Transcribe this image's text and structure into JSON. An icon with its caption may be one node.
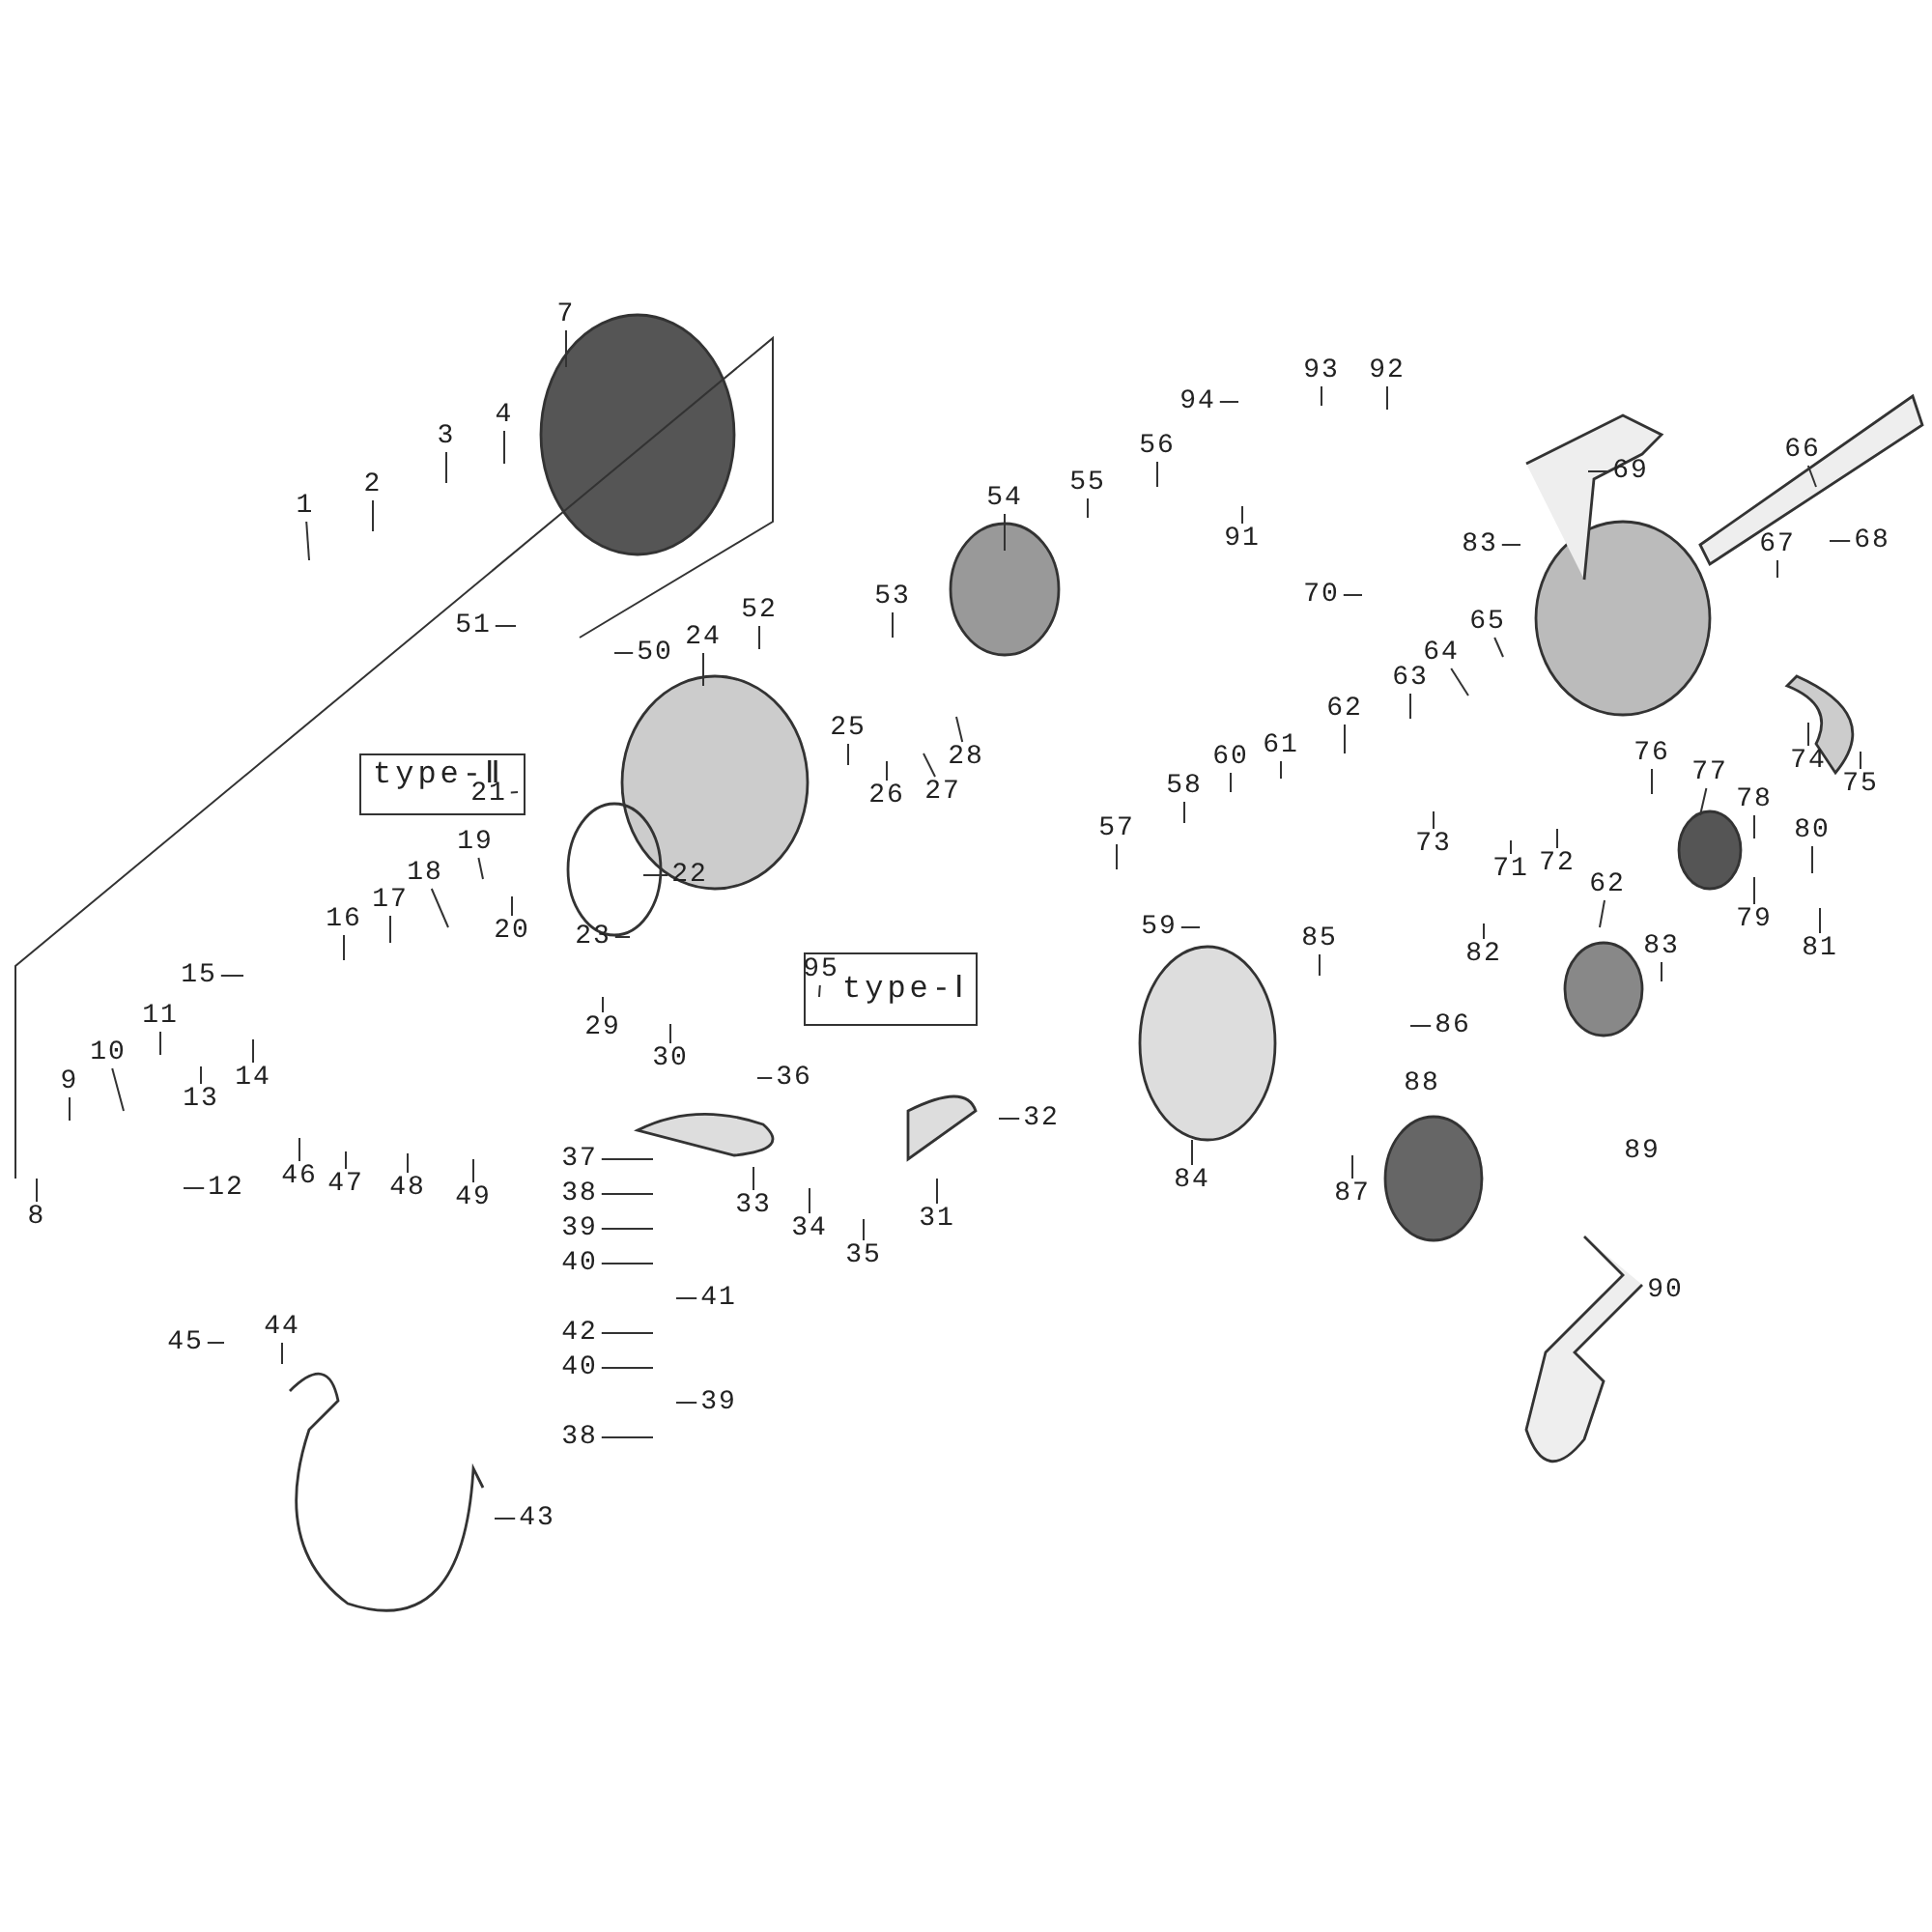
{
  "diagram": {
    "nodes": [
      {
        "text": [
          "1"
        ]
      },
      {
        "text": [
          "2"
        ]
      },
      {
        "text": [
          "3"
        ]
      },
      {
        "text": [
          "4"
        ]
      },
      {
        "text": [
          "7"
        ]
      },
      {
        "text": [
          "50"
        ]
      },
      {
        "text": [
          "51"
        ]
      },
      {
        "text": [
          "24"
        ]
      },
      {
        "text": [
          "52"
        ]
      },
      {
        "text": [
          "53"
        ]
      },
      {
        "text": [
          "type-Ⅱ"
        ]
      },
      {
        "text": [
          "21"
        ],
        "in": 10
      },
      {
        "text": [
          "22"
        ]
      },
      {
        "text": [
          "25"
        ]
      },
      {
        "text": [
          "26"
        ]
      },
      {
        "text": [
          "27"
        ]
      },
      {
        "text": [
          "28"
        ]
      },
      {
        "text": [
          "19"
        ]
      },
      {
        "text": [
          "20"
        ]
      },
      {
        "text": [
          "18"
        ]
      },
      {
        "text": [
          "17"
        ]
      },
      {
        "text": [
          "16"
        ]
      },
      {
        "text": [
          "23"
        ]
      },
      {
        "text": [
          "15"
        ]
      },
      {
        "text": [
          "11"
        ]
      },
      {
        "text": [
          "10"
        ]
      },
      {
        "text": [
          "9"
        ]
      },
      {
        "text": [
          "13"
        ]
      },
      {
        "text": [
          "14"
        ]
      },
      {
        "text": [
          "12"
        ]
      },
      {
        "text": [
          "8"
        ]
      },
      {
        "text": [
          "29"
        ]
      },
      {
        "text": [
          "30"
        ]
      },
      {
        "text": [
          "type-Ⅰ"
        ]
      },
      {
        "text": [
          "95"
        ],
        "in": 33
      },
      {
        "text": [
          "31"
        ]
      },
      {
        "text": [
          "32"
        ]
      },
      {
        "text": [
          "36"
        ]
      },
      {
        "text": [
          "33"
        ]
      },
      {
        "text": [
          "37"
        ]
      },
      {
        "text": [
          "38"
        ]
      },
      {
        "text": [
          "34"
        ]
      },
      {
        "text": [
          "35"
        ]
      },
      {
        "text": [
          "39"
        ]
      },
      {
        "text": [
          "40"
        ]
      },
      {
        "text": [
          "41"
        ]
      },
      {
        "text": [
          "42"
        ]
      },
      {
        "text": [
          "40"
        ]
      },
      {
        "text": [
          "39"
        ]
      },
      {
        "text": [
          "38"
        ]
      },
      {
        "text": [
          "43"
        ]
      },
      {
        "text": [
          "44"
        ]
      },
      {
        "text": [
          "45"
        ]
      },
      {
        "text": [
          "46"
        ]
      },
      {
        "text": [
          "47"
        ]
      },
      {
        "text": [
          "48"
        ]
      },
      {
        "text": [
          "49"
        ]
      },
      {
        "text": [
          "94"
        ]
      },
      {
        "text": [
          "93"
        ]
      },
      {
        "text": [
          "92"
        ]
      },
      {
        "text": [
          "91"
        ]
      },
      {
        "text": [
          "56"
        ]
      },
      {
        "text": [
          "55"
        ]
      },
      {
        "text": [
          "54"
        ]
      },
      {
        "text": [
          "69"
        ]
      },
      {
        "text": [
          "83"
        ]
      },
      {
        "text": [
          "66"
        ]
      },
      {
        "text": [
          "70"
        ]
      },
      {
        "text": [
          "65"
        ]
      },
      {
        "text": [
          "64"
        ]
      },
      {
        "text": [
          "63"
        ]
      },
      {
        "text": [
          "62"
        ]
      },
      {
        "text": [
          "61"
        ]
      },
      {
        "text": [
          "60"
        ]
      },
      {
        "text": [
          "58"
        ]
      },
      {
        "text": [
          "57"
        ]
      },
      {
        "text": [
          "59"
        ]
      },
      {
        "text": [
          "67"
        ]
      },
      {
        "text": [
          "68"
        ]
      },
      {
        "text": [
          "74"
        ]
      },
      {
        "text": [
          "75"
        ]
      },
      {
        "text": [
          "76"
        ]
      },
      {
        "text": [
          "77"
        ]
      },
      {
        "text": [
          "78"
        ]
      },
      {
        "text": [
          "73"
        ]
      },
      {
        "text": [
          "72"
        ]
      },
      {
        "text": [
          "71"
        ]
      },
      {
        "text": [
          "80"
        ]
      },
      {
        "text": [
          "79"
        ]
      },
      {
        "text": [
          "81"
        ]
      },
      {
        "text": [
          "82"
        ]
      },
      {
        "text": [
          "62"
        ]
      },
      {
        "text": [
          "83"
        ]
      },
      {
        "text": [
          "85"
        ]
      },
      {
        "text": [
          "86"
        ]
      },
      {
        "text": [
          "84"
        ]
      },
      {
        "text": [
          "87"
        ]
      },
      {
        "text": [
          "88"
        ]
      },
      {
        "text": [
          "89"
        ]
      },
      {
        "text": [
          "90"
        ]
      }
    ],
    "edges": [
      {
        "from": 0,
        "to": null,
        "arrow": "none"
      },
      {
        "from": 1,
        "to": null,
        "arrow": "none"
      },
      {
        "from": 2,
        "to": null,
        "arrow": "none"
      },
      {
        "from": 3,
        "to": null,
        "arrow": "none"
      },
      {
        "from": 4,
        "to": null,
        "arrow": "none"
      },
      {
        "from": 5,
        "to": null,
        "arrow": "none"
      },
      {
        "from": 6,
        "to": null,
        "arrow": "none"
      },
      {
        "from": 7,
        "to": null,
        "arrow": "none"
      },
      {
        "from": 8,
        "to": null,
        "arrow": "none"
      },
      {
        "from": 9,
        "to": null,
        "arrow": "none"
      },
      {
        "from": 11,
        "to": null,
        "arrow": "none"
      },
      {
        "from": 12,
        "to": null,
        "arrow": "none"
      },
      {
        "from": 13,
        "to": null,
        "arrow": "none"
      },
      {
        "from": 14,
        "to": null,
        "arrow": "none"
      },
      {
        "from": 15,
        "to": null,
        "arrow": "none"
      },
      {
        "from": 16,
        "to": null,
        "arrow": "none"
      },
      {
        "from": 17,
        "to": null,
        "arrow": "none"
      },
      {
        "from": 18,
        "to": null,
        "arrow": "none"
      },
      {
        "from": 19,
        "to": null,
        "arrow": "none"
      },
      {
        "from": 20,
        "to": null,
        "arrow": "none"
      },
      {
        "from": 21,
        "to": null,
        "arrow": "none"
      },
      {
        "from": 22,
        "to": null,
        "arrow": "none"
      },
      {
        "from": 23,
        "to": null,
        "arrow": "none"
      },
      {
        "from": 24,
        "to": null,
        "arrow": "none"
      },
      {
        "from": 25,
        "to": null,
        "arrow": "none"
      },
      {
        "from": 26,
        "to": null,
        "arrow": "none"
      },
      {
        "from": 27,
        "to": null,
        "arrow": "none"
      },
      {
        "from": 28,
        "to": null,
        "arrow": "none"
      },
      {
        "from": 29,
        "to": null,
        "arrow": "none"
      },
      {
        "from": 30,
        "to": null,
        "arrow": "none"
      },
      {
        "from": 31,
        "to": null,
        "arrow": "none"
      },
      {
        "from": 32,
        "to": null,
        "arrow": "none"
      },
      {
        "from": 34,
        "to": null,
        "arrow": "none"
      },
      {
        "from": 35,
        "to": null,
        "arrow": "none"
      },
      {
        "from": 36,
        "to": null,
        "arrow": "none"
      },
      {
        "from": 37,
        "to": null,
        "arrow": "none"
      },
      {
        "from": 38,
        "to": null,
        "arrow": "none"
      },
      {
        "from": 39,
        "to": null,
        "arrow": "none"
      },
      {
        "from": 40,
        "to": null,
        "arrow": "none"
      },
      {
        "from": 41,
        "to": null,
        "arrow": "none"
      },
      {
        "from": 42,
        "to": null,
        "arrow": "none"
      },
      {
        "from": 43,
        "to": null,
        "arrow": "none"
      },
      {
        "from": 44,
        "to": null,
        "arrow": "none"
      },
      {
        "from": 45,
        "to": null,
        "arrow": "none"
      },
      {
        "from": 46,
        "to": null,
        "arrow": "none"
      },
      {
        "from": 47,
        "to": null,
        "arrow": "none"
      },
      {
        "from": 48,
        "to": null,
        "arrow": "none"
      },
      {
        "from": 49,
        "to": null,
        "arrow": "none"
      },
      {
        "from": 50,
        "to": null,
        "arrow": "none"
      },
      {
        "from": 51,
        "to": null,
        "arrow": "none"
      },
      {
        "from": 52,
        "to": null,
        "arrow": "none"
      },
      {
        "from": 53,
        "to": null,
        "arrow": "none"
      },
      {
        "from": 54,
        "to": null,
        "arrow": "none"
      },
      {
        "from": 55,
        "to": null,
        "arrow": "none"
      },
      {
        "from": 56,
        "to": null,
        "arrow": "none"
      },
      {
        "from": 57,
        "to": null,
        "arrow": "none"
      },
      {
        "from": 58,
        "to": null,
        "arrow": "none"
      },
      {
        "from": 59,
        "to": null,
        "arrow": "none"
      },
      {
        "from": 60,
        "to": null,
        "arrow": "none"
      },
      {
        "from": 61,
        "to": null,
        "arrow": "none"
      },
      {
        "from": 62,
        "to": null,
        "arrow": "none"
      },
      {
        "from": 63,
        "to": null,
        "arrow": "none"
      },
      {
        "from": 64,
        "to": null,
        "arrow": "none"
      },
      {
        "from": 65,
        "to": null,
        "arrow": "none"
      },
      {
        "from": 66,
        "to": null,
        "arrow": "none"
      },
      {
        "from": 67,
        "to": null,
        "arrow": "none"
      },
      {
        "from": 68,
        "to": null,
        "arrow": "none"
      },
      {
        "from": 69,
        "to": null,
        "arrow": "none"
      },
      {
        "from": 70,
        "to": null,
        "arrow": "none"
      },
      {
        "from": 71,
        "to": null,
        "arrow": "none"
      },
      {
        "from": 72,
        "to": null,
        "arrow": "none"
      },
      {
        "from": 73,
        "to": null,
        "arrow": "none"
      },
      {
        "from": 74,
        "to": null,
        "arrow": "none"
      },
      {
        "from": 75,
        "to": null,
        "arrow": "none"
      },
      {
        "from": 76,
        "to": null,
        "arrow": "none"
      },
      {
        "from": 77,
        "to": null,
        "arrow": "none"
      },
      {
        "from": 78,
        "to": null,
        "arrow": "none"
      },
      {
        "from": 79,
        "to": null,
        "arrow": "none"
      },
      {
        "from": 80,
        "to": null,
        "arrow": "none"
      },
      {
        "from": 81,
        "to": null,
        "arrow": "none"
      },
      {
        "from": 82,
        "to": null,
        "arrow": "none"
      },
      {
        "from": 83,
        "to": null,
        "arrow": "none"
      },
      {
        "from": 84,
        "to": null,
        "arrow": "none"
      },
      {
        "from": 85,
        "to": null,
        "arrow": "none"
      },
      {
        "from": 86,
        "to": null,
        "arrow": "none"
      },
      {
        "from": 87,
        "to": null,
        "arrow": "none"
      },
      {
        "from": 88,
        "to": null,
        "arrow": "none"
      },
      {
        "from": 89,
        "to": null,
        "arrow": "none"
      },
      {
        "from": 90,
        "to": null,
        "arrow": "none"
      },
      {
        "from": 91,
        "to": null,
        "arrow": "none"
      },
      {
        "from": 92,
        "to": null,
        "arrow": "none"
      },
      {
        "from": 93,
        "to": null,
        "arrow": "none"
      },
      {
        "from": 94,
        "to": null,
        "arrow": "none"
      },
      {
        "from": 95,
        "to": null,
        "arrow": "none"
      },
      {
        "from": 96,
        "to": null,
        "arrow": "none"
      }
    ]
  }
}
